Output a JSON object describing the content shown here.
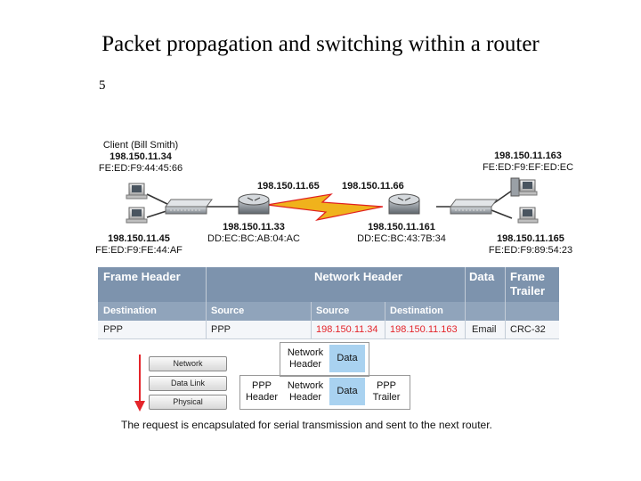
{
  "title": "Packet propagation and switching within a router",
  "slide_number": "5",
  "network": {
    "client_name": "Client (Bill Smith)",
    "client_ip": "198.150.11.34",
    "client_mac": "FE:ED:F9:44:45:66",
    "host2_ip": "198.150.11.45",
    "host2_mac": "FE:ED:F9:FE:44:AF",
    "router1_lan_ip": "198.150.11.33",
    "router1_lan_mac": "DD:EC:BC:AB:04:AC",
    "router1_serial_ip": "198.150.11.65",
    "router2_serial_ip": "198.150.11.66",
    "router2_lan_ip": "198.150.11.161",
    "router2_lan_mac": "DD:EC:BC:43:7B:34",
    "server1_ip": "198.150.11.163",
    "server1_mac": "FE:ED:F9:EF:ED:EC",
    "server2_ip": "198.150.11.165",
    "server2_mac": "FE:ED:F9:89:54:23"
  },
  "table": {
    "header": {
      "frame_header": "Frame Header",
      "network_header": "Network Header",
      "data": "Data",
      "frame_trailer_1": "Frame",
      "frame_trailer_2": "Trailer"
    },
    "sub": {
      "destination": "Destination",
      "source": "Source",
      "net_source": "Source",
      "net_destination": "Destination"
    },
    "row": {
      "frame_dest": "PPP",
      "frame_src": "PPP",
      "net_src": "198.150.11.34",
      "net_dst": "198.150.11.163",
      "data": "Email",
      "trailer": "CRC-32"
    }
  },
  "layers": [
    "Network",
    "Data Link",
    "Physical"
  ],
  "encapsulation": {
    "network_header_1": "Network",
    "network_header_2": "Header",
    "data": "Data",
    "ppp_header_1": "PPP",
    "ppp_header_2": "Header",
    "ppp_trailer_1": "PPP",
    "ppp_trailer_2": "Trailer"
  },
  "caption": "The request is encapsulated for serial transmission and sent to the next router.",
  "colors": {
    "table_header": "#7d93ad",
    "table_subheader": "#90a4bb",
    "highlight_red": "#e4252b",
    "data_block": "#a9d2f0",
    "serial_link": "#f0b21c"
  }
}
